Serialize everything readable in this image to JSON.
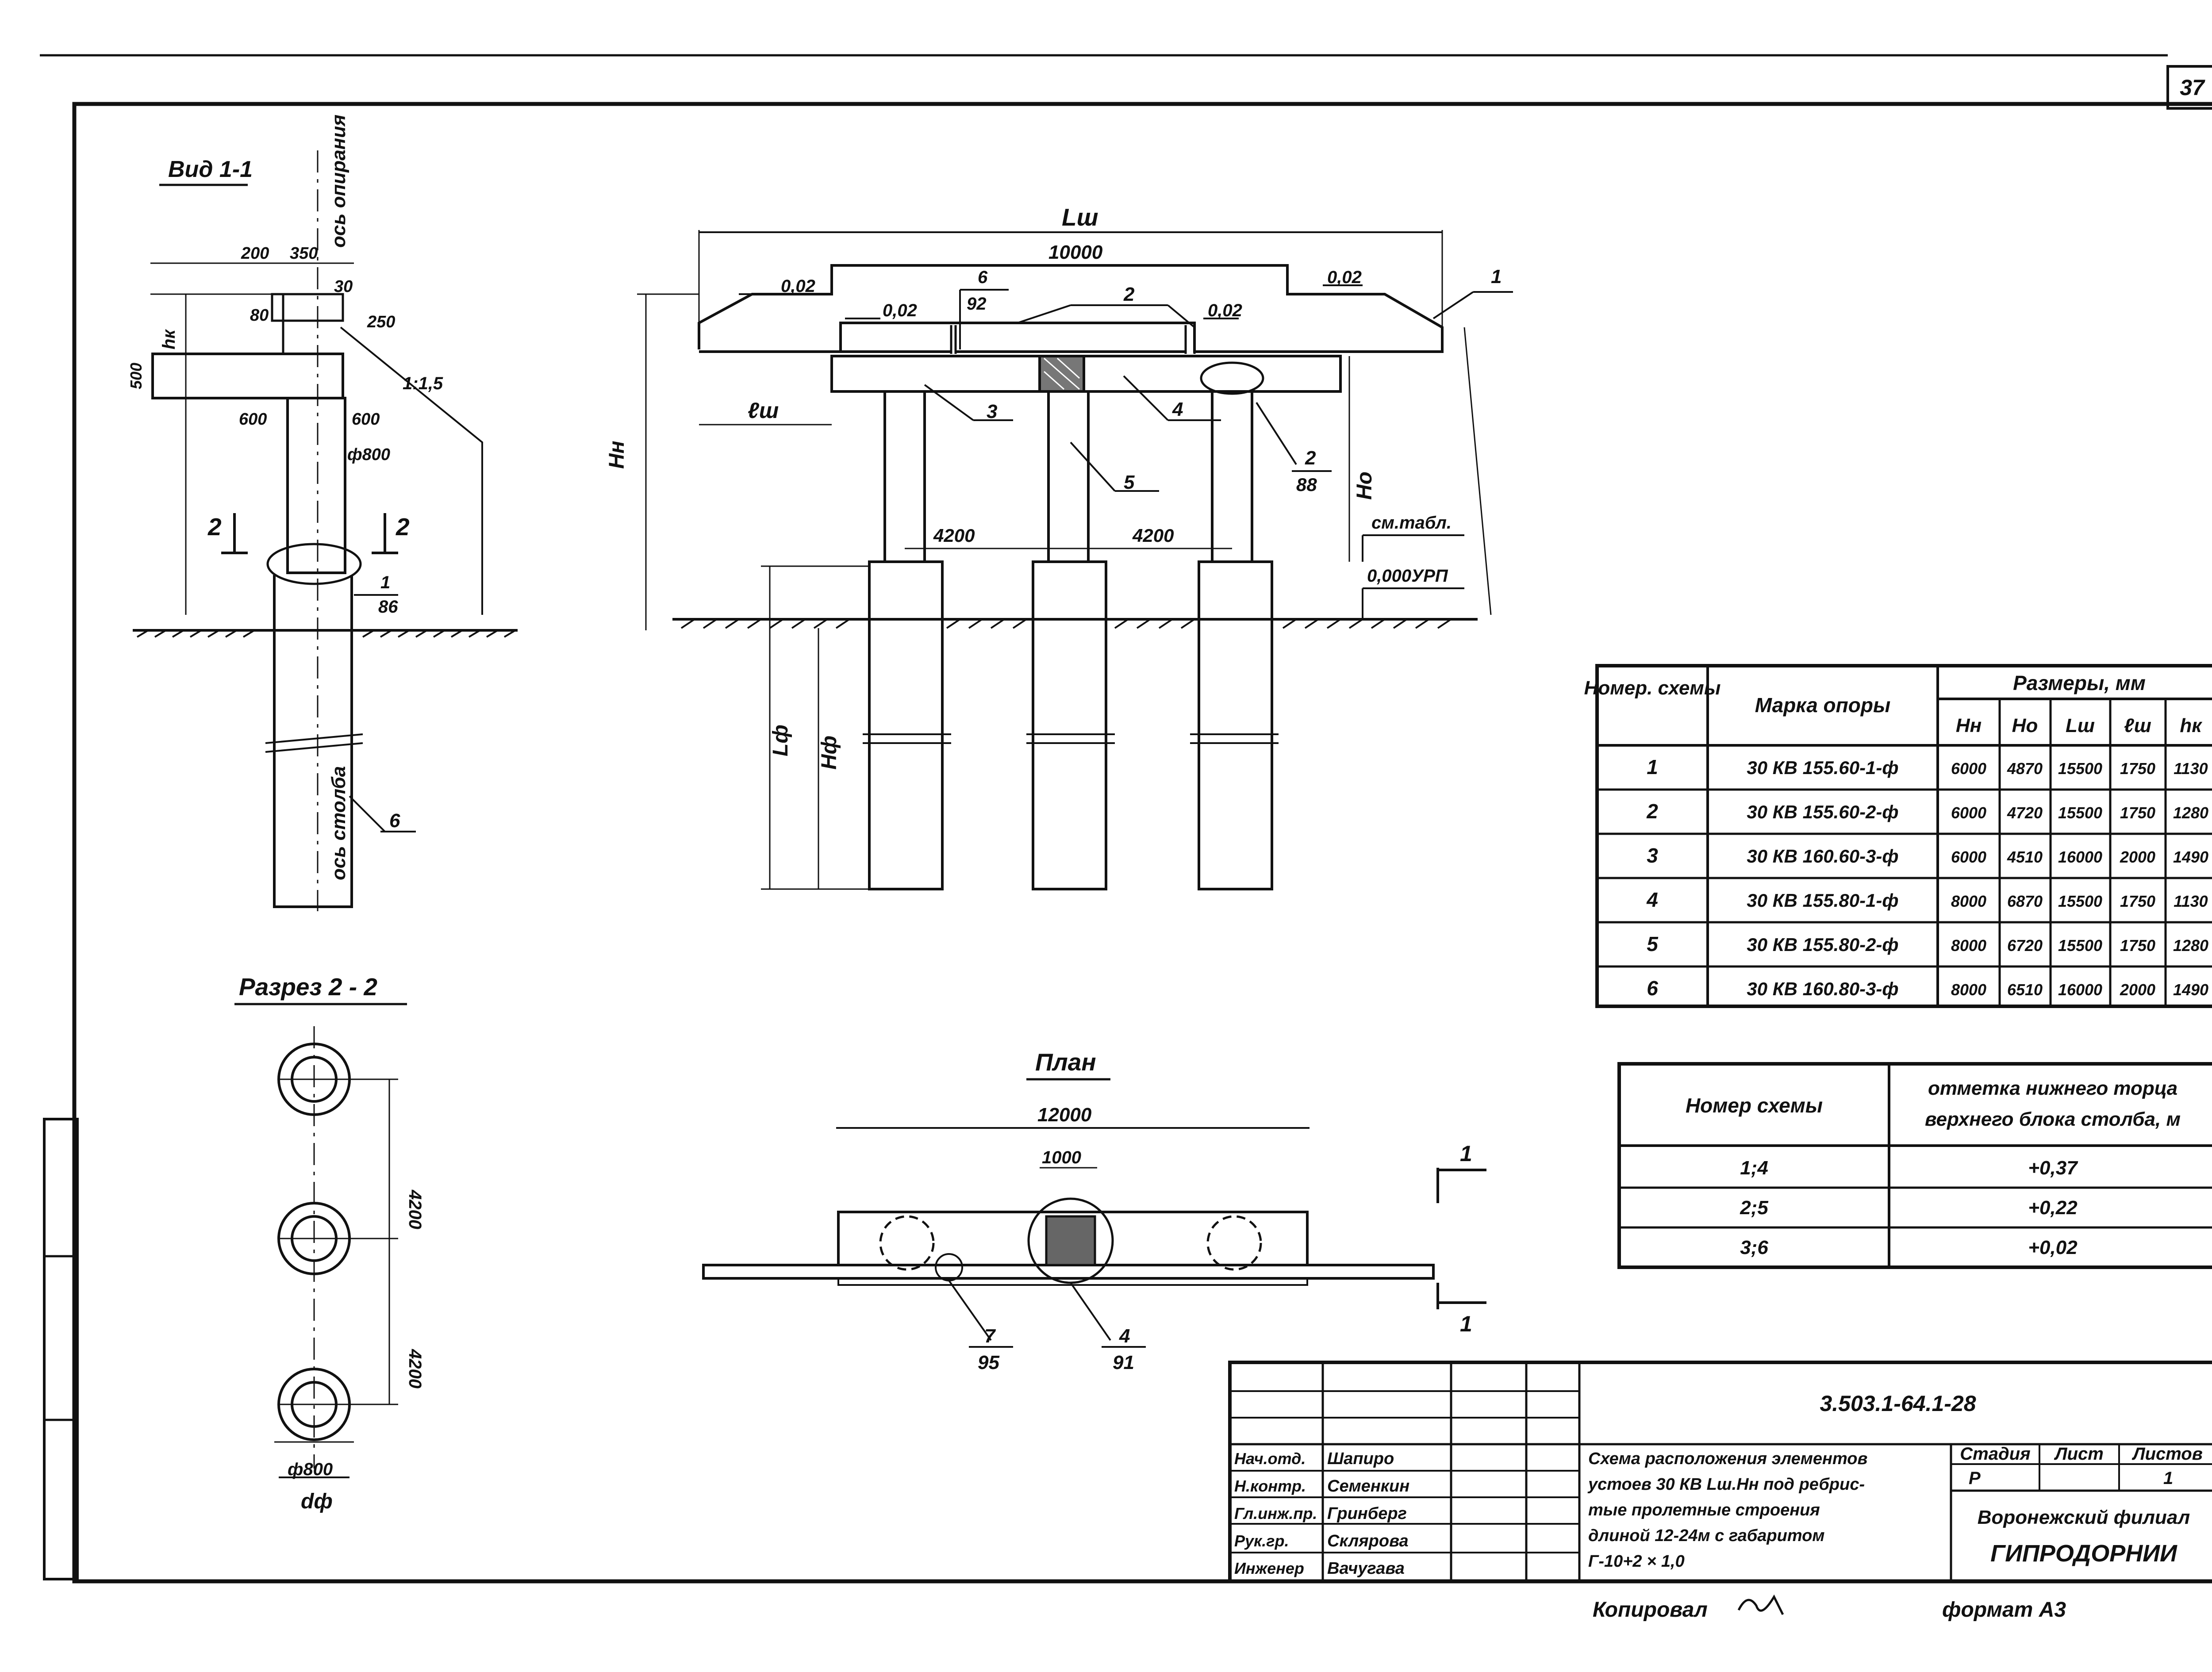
{
  "sheet_number": "37",
  "view_1_1": {
    "title": "Вид 1-1",
    "axis_support_label": "ось опирания",
    "axis_column_label": "ось столба",
    "dims": {
      "d200": "200",
      "d350": "350",
      "d30": "30",
      "d80": "80",
      "d250": "250",
      "hk": "hк",
      "d500": "500",
      "slope": "1:1,5",
      "d600_left": "600",
      "d600_right": "600",
      "phi800": "ф800"
    },
    "section_mark_left": "2",
    "section_mark_right": "2",
    "callout_1": {
      "num": "1",
      "sheet": "86"
    },
    "callout_6": "6"
  },
  "section_2_2": {
    "title": "Разрез 2 - 2",
    "dim_4200_top": "4200",
    "dim_4200_bottom": "4200",
    "phi800": "ф800",
    "df": "dф"
  },
  "elevation": {
    "Lsh": "Lш",
    "d10000": "10000",
    "slope_left": "0,02",
    "slope_mid_left": "0,02",
    "slope_mid_right": "0,02",
    "slope_right": "0,02",
    "callout_6": {
      "num": "6",
      "sheet": "92"
    },
    "callout_2_top": "2",
    "callout_1": "1",
    "esh": "ℓш",
    "callout_3": "3",
    "callout_4": "4",
    "callout_5": "5",
    "callout_2_right": {
      "num": "2",
      "sheet": "88"
    },
    "Hn": "Hн",
    "Ho": "Ho",
    "d4200_left": "4200",
    "d4200_right": "4200",
    "see_table": "см.табл.",
    "ground_mark": "0,000УРП",
    "Lf": "Lф",
    "Hf": "Hф"
  },
  "plan": {
    "title": "План",
    "d12000": "12000",
    "d1000": "1000",
    "callout_7": {
      "num": "7",
      "sheet": "95"
    },
    "callout_4": {
      "num": "4",
      "sheet": "91"
    },
    "section_mark_top": "1",
    "section_mark_bottom": "1"
  },
  "table1": {
    "headers": {
      "scheme": "Номер. схемы",
      "mark": "Марка опоры",
      "sizes": "Размеры, мм",
      "Hn": "Hн",
      "Ho": "Ho",
      "Lsh": "Lш",
      "esh": "ℓш",
      "hk": "hк"
    },
    "rows": [
      {
        "n": "1",
        "mark": "30 КВ 155.60-1-ф",
        "Hn": "6000",
        "Ho": "4870",
        "Lsh": "15500",
        "esh": "1750",
        "hk": "1130"
      },
      {
        "n": "2",
        "mark": "30 КВ 155.60-2-ф",
        "Hn": "6000",
        "Ho": "4720",
        "Lsh": "15500",
        "esh": "1750",
        "hk": "1280"
      },
      {
        "n": "3",
        "mark": "30 КВ 160.60-3-ф",
        "Hn": "6000",
        "Ho": "4510",
        "Lsh": "16000",
        "esh": "2000",
        "hk": "1490"
      },
      {
        "n": "4",
        "mark": "30 КВ 155.80-1-ф",
        "Hn": "8000",
        "Ho": "6870",
        "Lsh": "15500",
        "esh": "1750",
        "hk": "1130"
      },
      {
        "n": "5",
        "mark": "30 КВ 155.80-2-ф",
        "Hn": "8000",
        "Ho": "6720",
        "Lsh": "15500",
        "esh": "1750",
        "hk": "1280"
      },
      {
        "n": "6",
        "mark": "30 КВ 160.80-3-ф",
        "Hn": "8000",
        "Ho": "6510",
        "Lsh": "16000",
        "esh": "2000",
        "hk": "1490"
      }
    ]
  },
  "table2": {
    "h_scheme": "Номер схемы",
    "h_mark_l1": "отметка нижнего торца",
    "h_mark_l2": "верхнего блока столба, м",
    "rows": [
      {
        "scheme": "1;4",
        "mark": "+0,37"
      },
      {
        "scheme": "2;5",
        "mark": "+0,22"
      },
      {
        "scheme": "3;6",
        "mark": "+0,02"
      }
    ]
  },
  "title_block": {
    "code": "3.503.1-64.1-28",
    "roles": [
      "Нач.отд.",
      "Н.контр.",
      "Гл.инж.пр.",
      "Рук.гр.",
      "Инженер"
    ],
    "names": [
      "Шапиро",
      "Семенкин",
      "Гринберг",
      "Склярова",
      "Вачугава"
    ],
    "desc_lines": [
      "Схема расположения элементов",
      "устоев 30 КВ Lш.Hн под ребрис-",
      "тые пролетные строения",
      "длиной 12-24м с габаритом",
      "Г-10+2 × 1,0"
    ],
    "stage_label": "Стадия",
    "sheet_label": "Лист",
    "sheets_label": "Листов",
    "stage": "Р",
    "sheets": "1",
    "org_line1": "Воронежский филиал",
    "org_line2": "ГИПРОДОРНИИ"
  },
  "footer": {
    "copied": "Копировал",
    "format": "формат A3"
  }
}
